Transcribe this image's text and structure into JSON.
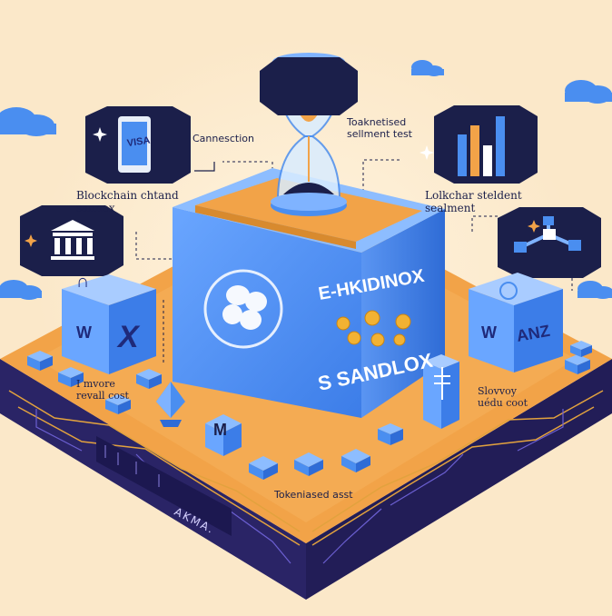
{
  "labels": {
    "connection": "Cannesction",
    "tokenised_settlement": "Toaknetised\nsellment test",
    "blockchain_sandbox": "Blockchain chtand\nsannex",
    "lokchar_settlement": "Lolkchar steldent\nsealment",
    "invoice": "I mvore\nrevall cost",
    "slowy": "Slovvoy\nuédu coot",
    "tokenised_asset": "Tokeniased asst",
    "akma": "AKMA."
  },
  "box": {
    "line1": "E-HKIDINOX",
    "line2": "S SANDLOX"
  },
  "phone": {
    "text": "VISA"
  },
  "cubes": {
    "left_top": "∩",
    "left_side": "X",
    "left_logo": "W",
    "right_logo": "W",
    "right_side": "ANZ"
  },
  "colors": {
    "background": "#fbe8c9",
    "navy": "#1b1f4a",
    "blue": "#4a8ef0",
    "orange": "#f2a348",
    "platform_side": "#2a2466"
  },
  "icons": [
    "hourglass-icon",
    "phone-visa-icon",
    "bar-chart-icon",
    "bank-icon",
    "network-nodes-icon",
    "coin-icon",
    "diamond-icon",
    "m-logo-icon",
    "cloud-icon",
    "sparkle-icon"
  ]
}
